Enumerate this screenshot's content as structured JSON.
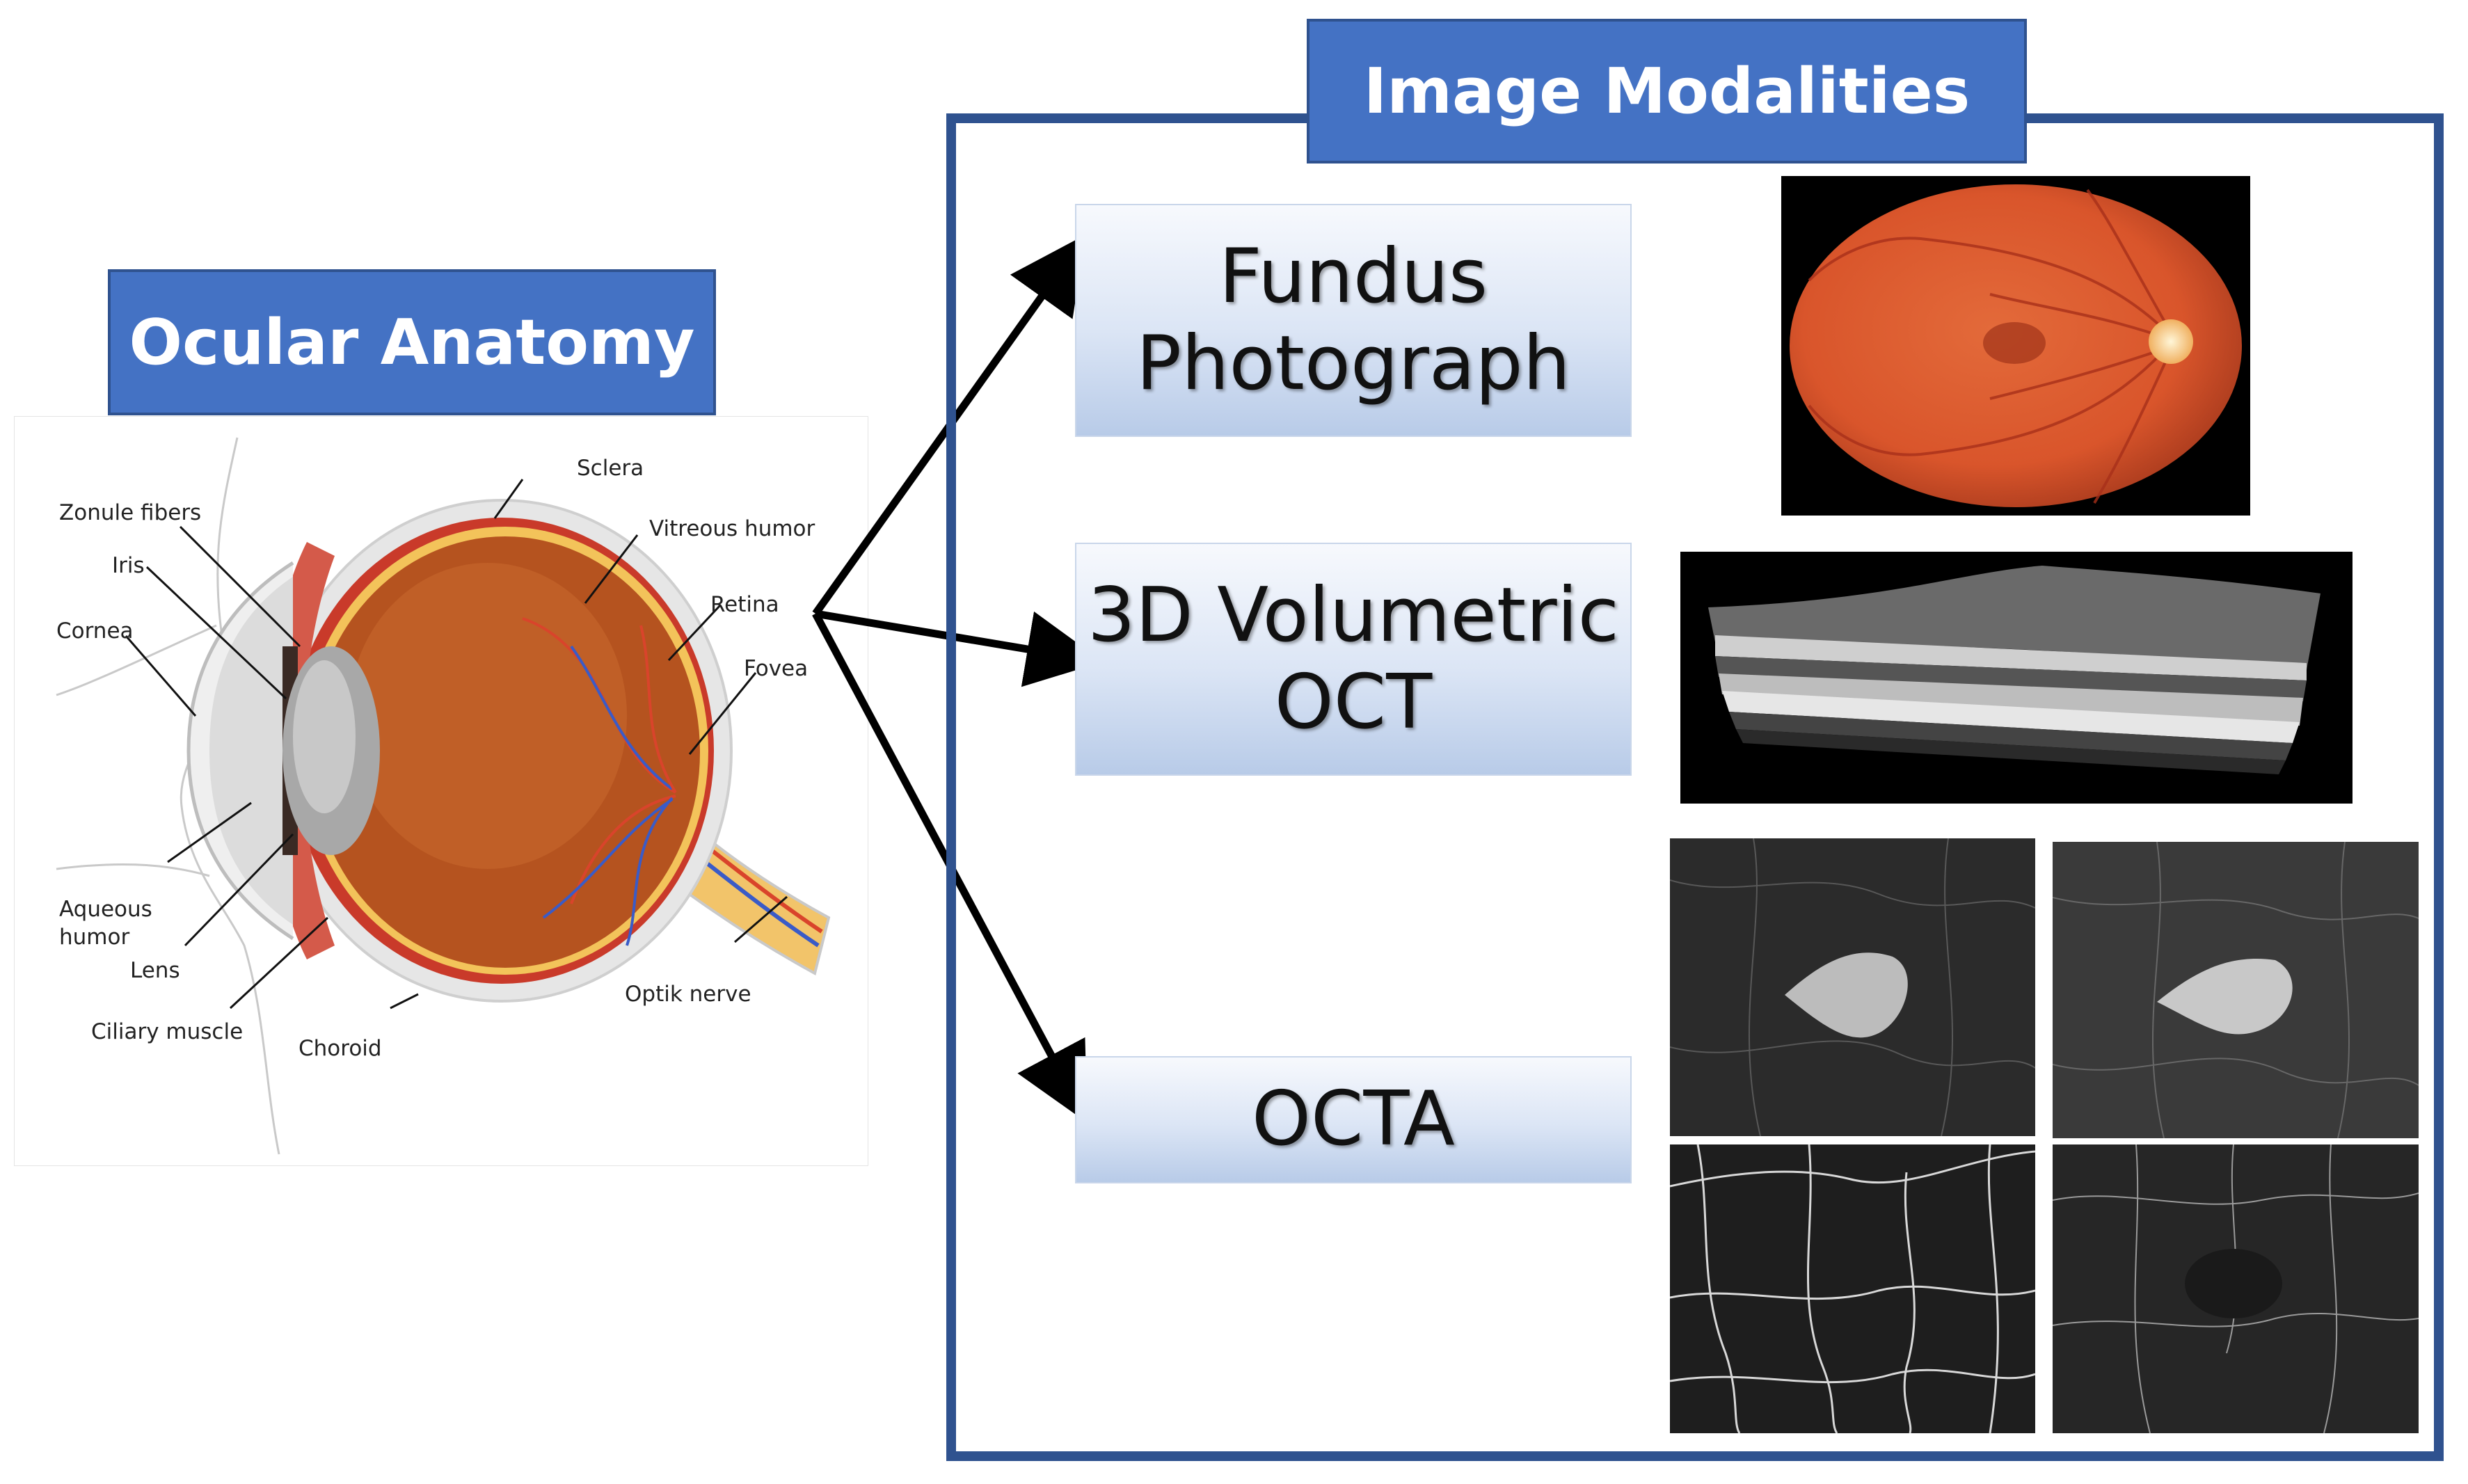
{
  "left_title": "Ocular Anatomy",
  "right_title": "Image Modalities",
  "anatomy_labels": {
    "sclera": "Sclera",
    "zonule": "Zonule fibers",
    "vitreous": "Vitreous humor",
    "iris": "Iris",
    "retina": "Retina",
    "cornea": "Cornea",
    "fovea": "Fovea",
    "aqueous1": "Aqueous",
    "aqueous2": "humor",
    "lens": "Lens",
    "optik": "Optik nerve",
    "ciliary": "Ciliary muscle",
    "choroid": "Choroid"
  },
  "modalities": {
    "fundus_line1": "Fundus",
    "fundus_line2": "Photograph",
    "oct_line1": "3D Volumetric",
    "oct_line2": "OCT",
    "octa": "OCTA"
  },
  "colors": {
    "title_fill": "#4472C4",
    "frame_border": "#2F528F",
    "retina_orange": "#D9552B"
  }
}
